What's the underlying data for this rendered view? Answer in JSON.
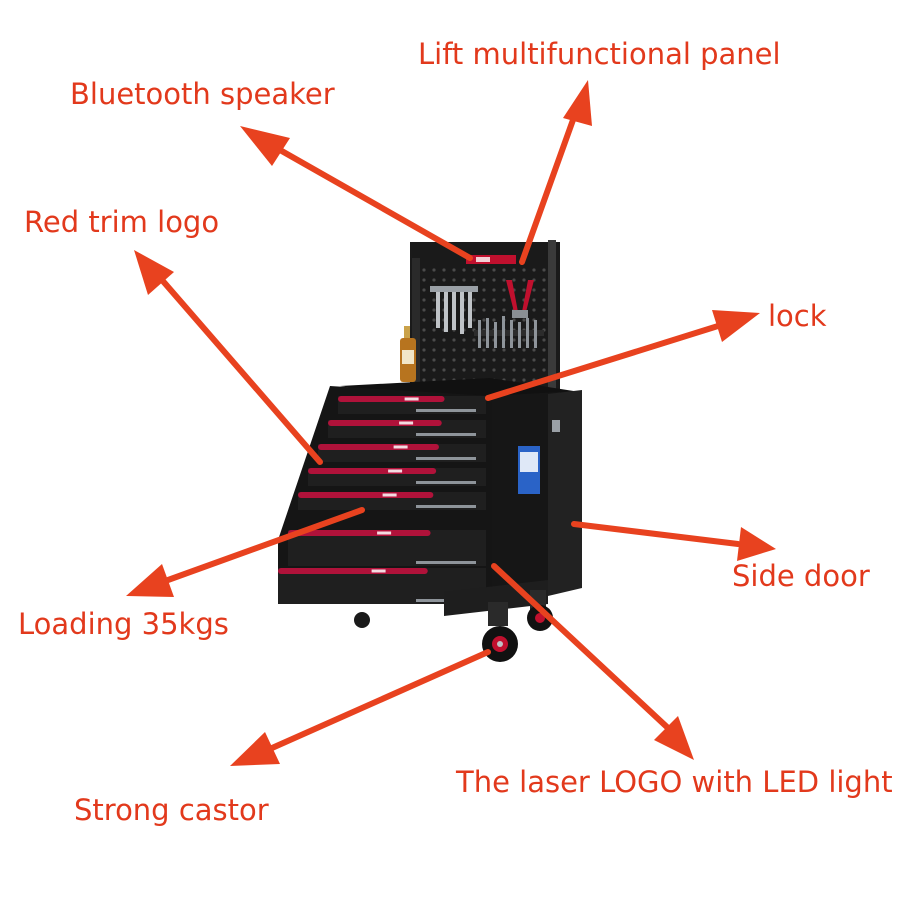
{
  "colors": {
    "callout_text": "#e2391c",
    "arrow": "#e8421f",
    "cabinet_body": "#1b1b1b",
    "drawer_trim": "#b0123a",
    "background": "#ffffff"
  },
  "callouts": {
    "lift_panel": "Lift multifunctional panel",
    "bluetooth": "Bluetooth speaker",
    "red_trim": "Red trim logo",
    "lock": "lock",
    "side_door": "Side door",
    "loading": "Loading 35kgs",
    "castor": "Strong castor",
    "laser_logo": "The laser LOGO with LED light"
  },
  "product": {
    "drawer_count": 7
  }
}
